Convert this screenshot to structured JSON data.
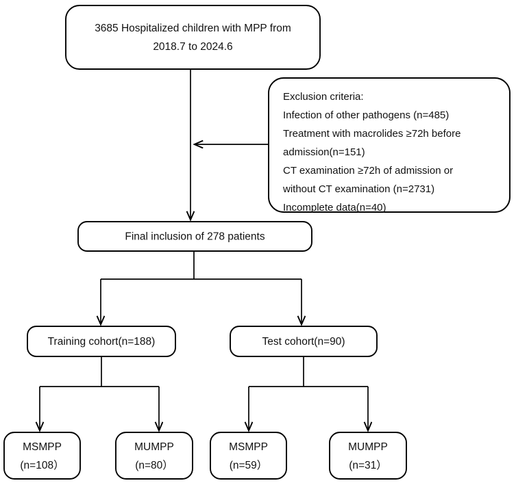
{
  "diagram": {
    "title": "Patient enrollment flowchart",
    "type": "flowchart",
    "stroke_color": "#000000",
    "fill_color": "#ffffff",
    "text_color": "#111111"
  },
  "nodes": {
    "source_cohort": {
      "name": "source-cohort-box",
      "lines": [
        "3685 Hospitalized children with MPP from",
        "2018.7 to 2024.6"
      ]
    },
    "exclusion": {
      "name": "exclusion-criteria-box",
      "lines": [
        "Exclusion criteria:",
        "Infection of other pathogens (n=485)",
        "Treatment with macrolides ≥72h before",
        "admission(n=151)",
        "CT examination ≥72h of admission or",
        "without CT examination (n=2731)",
        "Incomplete data(n=40)"
      ]
    },
    "final_inclusion": {
      "name": "final-inclusion-box",
      "lines": [
        "Final inclusion of 278 patients"
      ]
    },
    "training_cohort": {
      "name": "training-cohort-box",
      "lines": [
        "Training cohort(n=188)"
      ]
    },
    "test_cohort": {
      "name": "test-cohort-box",
      "lines": [
        "Test cohort(n=90)"
      ]
    },
    "training_msmpp": {
      "name": "training-msmpp-box",
      "lines": [
        "MSMPP",
        "(n=108）"
      ]
    },
    "training_mumpp": {
      "name": "training-mumpp-box",
      "lines": [
        "MUMPP",
        "(n=80）"
      ]
    },
    "test_msmpp": {
      "name": "test-msmpp-box",
      "lines": [
        "MSMPP",
        "(n=59）"
      ]
    },
    "test_mumpp": {
      "name": "test-mumpp-box",
      "lines": [
        "MUMPP",
        "(n=31）"
      ]
    }
  },
  "counts": {
    "screened": 3685,
    "excluded_other_pathogens": 485,
    "excluded_macrolides": 151,
    "excluded_ct": 2731,
    "excluded_incomplete": 40,
    "included": 278,
    "training": 188,
    "test": 90,
    "training_msmpp": 108,
    "training_mumpp": 80,
    "test_msmpp": 59,
    "test_mumpp": 31
  },
  "period": {
    "start": "2018.7",
    "end": "2024.6"
  }
}
